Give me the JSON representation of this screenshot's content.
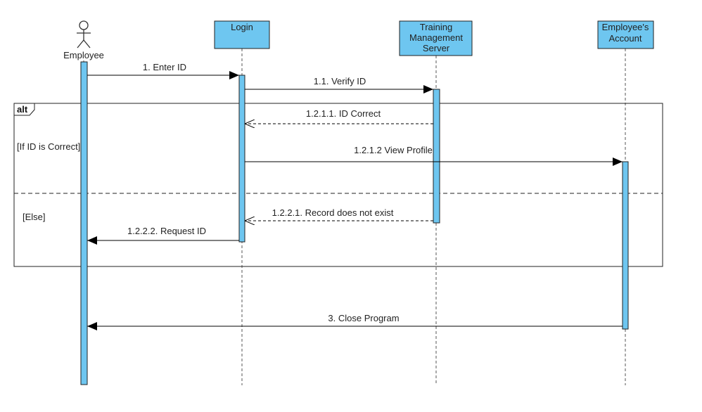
{
  "diagram": {
    "participants": [
      {
        "id": "employee",
        "label": "Employee",
        "kind": "actor"
      },
      {
        "id": "login",
        "label": "Login",
        "kind": "object"
      },
      {
        "id": "tms",
        "label_lines": [
          "Training",
          "Management",
          "Server"
        ],
        "kind": "object"
      },
      {
        "id": "account",
        "label_lines": [
          "Employee's",
          "Account"
        ],
        "kind": "object"
      }
    ],
    "fragment": {
      "operator": "alt",
      "guards": [
        "[If ID is Correct]",
        "[Else]"
      ]
    },
    "messages": [
      {
        "id": "m1",
        "label": "1. Enter ID",
        "from": "employee",
        "to": "login",
        "type": "sync"
      },
      {
        "id": "m2",
        "label": "1.1. Verify ID",
        "from": "login",
        "to": "tms",
        "type": "sync"
      },
      {
        "id": "m3",
        "label": "1.2.1.1. ID Correct",
        "from": "tms",
        "to": "login",
        "type": "return"
      },
      {
        "id": "m4",
        "label": "1.2.1.2 View Profile",
        "from": "login",
        "to": "account",
        "type": "sync"
      },
      {
        "id": "m5",
        "label": "1.2.2.1. Record does not exist",
        "from": "tms",
        "to": "login",
        "type": "return"
      },
      {
        "id": "m6",
        "label": "1.2.2.2. Request ID",
        "from": "login",
        "to": "employee",
        "type": "sync"
      },
      {
        "id": "m7",
        "label": "3. Close Program",
        "from": "account",
        "to": "employee",
        "type": "sync"
      }
    ],
    "colors": {
      "activation_fill": "#6ec6f0",
      "box_fill": "#6ec6f0",
      "line": "#000000"
    }
  }
}
